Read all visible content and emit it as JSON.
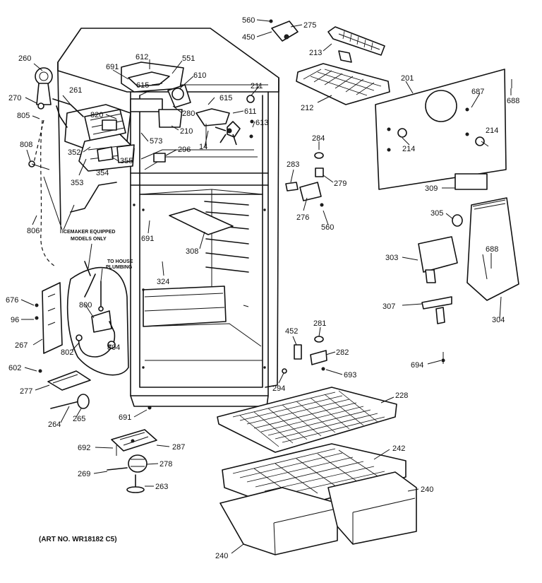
{
  "art_number": "(ART NO. WR18182 C5)",
  "notes": {
    "icemaker_line1": "ICEMAKER EQUIPPED",
    "icemaker_line2": "MODELS ONLY",
    "plumbing_line1": "TO HOUSE",
    "plumbing_line2": "PLUMBING"
  },
  "labels": {
    "l560a": "560",
    "l275": "275",
    "l450": "450",
    "l213": "213",
    "l260": "260",
    "l612": "612",
    "l551": "551",
    "l691a": "691",
    "l615a": "615",
    "l610": "610",
    "l270": "270",
    "l261": "261",
    "l211": "211",
    "l615b": "615",
    "l212": "212",
    "l201": "201",
    "l687": "687",
    "l688a": "688",
    "l805": "805",
    "l820": "820",
    "l280": "280",
    "l611": "611",
    "l210": "210",
    "l613": "613",
    "l573": "573",
    "l14": "14",
    "l808": "808",
    "l352": "352",
    "l355": "355",
    "l354": "354",
    "l296": "296",
    "l353": "353",
    "l284": "284",
    "l214a": "214",
    "l214b": "214",
    "l283": "283",
    "l279": "279",
    "l309": "309",
    "l806": "806",
    "l276": "276",
    "l560b": "560",
    "l305": "305",
    "l691b": "691",
    "l308": "308",
    "l303": "303",
    "l688b": "688",
    "l324": "324",
    "l676": "676",
    "l800": "800",
    "l96": "96",
    "l307": "307",
    "l304": "304",
    "l267": "267",
    "l452": "452",
    "l281": "281",
    "l802": "802",
    "l804": "804",
    "l282": "282",
    "l694": "694",
    "l602": "602",
    "l693": "693",
    "l294": "294",
    "l228": "228",
    "l277": "277",
    "l691c": "691",
    "l264": "264",
    "l265": "265",
    "l242": "242",
    "l692": "692",
    "l287": "287",
    "l240a": "240",
    "l269": "269",
    "l278": "278",
    "l263": "263",
    "l240b": "240"
  }
}
